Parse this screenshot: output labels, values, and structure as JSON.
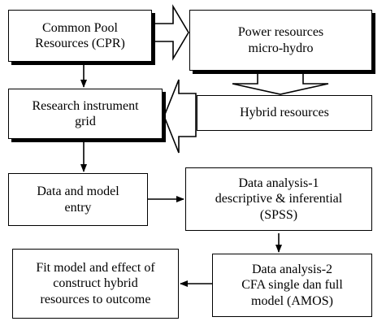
{
  "diagram": {
    "nodes": {
      "cpr": {
        "text": "Common Pool\nResources (CPR)"
      },
      "power": {
        "text": "Power resources\nmicro-hydro"
      },
      "hybrid": {
        "text": "Hybrid resources"
      },
      "grid": {
        "text": "Research instrument\ngrid"
      },
      "entry": {
        "text": "Data and model\nentry"
      },
      "analysis1": {
        "text": "Data analysis-1\ndescriptive  & inferential\n(SPSS)"
      },
      "analysis2": {
        "text": "Data analysis-2\nCFA single dan  full\nmodel  (AMOS)"
      },
      "fit": {
        "text": "Fit model and effect of\nconstruct hybrid\nresources to outcome"
      }
    },
    "edges": [
      {
        "from": "cpr",
        "to": "power",
        "style": "block-arrow"
      },
      {
        "from": "power",
        "to": "hybrid",
        "style": "block-arrow"
      },
      {
        "from": "hybrid",
        "to": "grid",
        "style": "block-arrow"
      },
      {
        "from": "cpr",
        "to": "grid",
        "style": "line-arrow"
      },
      {
        "from": "grid",
        "to": "entry",
        "style": "line-arrow"
      },
      {
        "from": "entry",
        "to": "analysis1",
        "style": "line-arrow"
      },
      {
        "from": "analysis1",
        "to": "analysis2",
        "style": "line-arrow"
      },
      {
        "from": "analysis2",
        "to": "fit",
        "style": "line-arrow"
      }
    ],
    "colors": {
      "stroke": "#000000",
      "fill": "#ffffff",
      "background": "#ffffff"
    }
  }
}
